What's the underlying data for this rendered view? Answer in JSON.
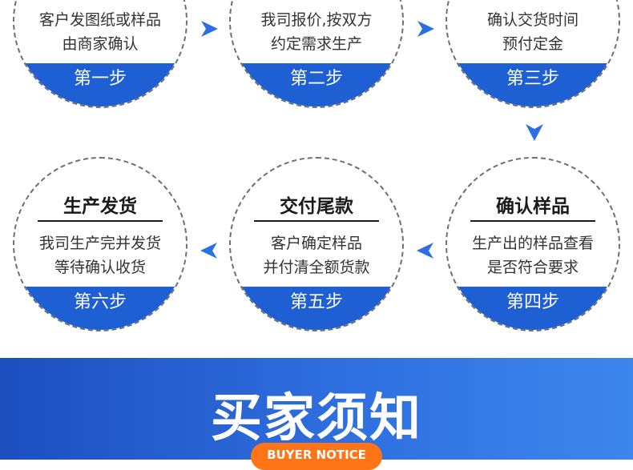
{
  "steps": [
    {
      "step_label": "第一步",
      "title": "",
      "desc_line1": "客户发图纸或样品",
      "desc_line2": "由商家确认"
    },
    {
      "step_label": "第二步",
      "title": "",
      "desc_line1": "我司报价,按双方",
      "desc_line2": "约定需求生产"
    },
    {
      "step_label": "第三步",
      "title": "",
      "desc_line1": "确认交货时间",
      "desc_line2": "预付定金"
    },
    {
      "step_label": "第四步",
      "title": "确认样品",
      "desc_line1": "生产出的样品查看",
      "desc_line2": "是否符合要求"
    },
    {
      "step_label": "第五步",
      "title": "交付尾款",
      "desc_line1": "客户确定样品",
      "desc_line2": "并付清全额货款"
    },
    {
      "step_label": "第六步",
      "title": "生产发货",
      "desc_line1": "我司生产完并发货",
      "desc_line2": "等待确认收货"
    }
  ],
  "notice": {
    "title": "买家须知",
    "subtitle": "BUYER NOTICE"
  },
  "colors": {
    "accent_blue": "#1e5fd3",
    "arrow_blue": "#2a6fe6",
    "badge_orange": "#ff7417"
  },
  "icons": [
    "arrow-right-icon",
    "arrow-down-icon",
    "arrow-left-icon"
  ]
}
